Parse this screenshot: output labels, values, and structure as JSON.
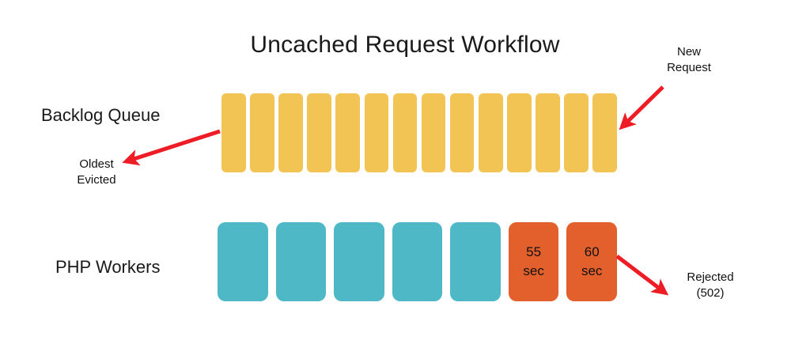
{
  "title": "Uncached Request Workflow",
  "colors": {
    "queue": "#F1C453",
    "worker_free": "#4EB8C6",
    "worker_busy": "#E3602C",
    "arrow": "#EE1C25",
    "text": "#1a1a1a",
    "background": "#ffffff"
  },
  "rows": {
    "queue": {
      "label": "Backlog Queue",
      "slot_count": 14,
      "slots": [
        {
          "state": "queued"
        },
        {
          "state": "queued"
        },
        {
          "state": "queued"
        },
        {
          "state": "queued"
        },
        {
          "state": "queued"
        },
        {
          "state": "queued"
        },
        {
          "state": "queued"
        },
        {
          "state": "queued"
        },
        {
          "state": "queued"
        },
        {
          "state": "queued"
        },
        {
          "state": "queued"
        },
        {
          "state": "queued"
        },
        {
          "state": "queued"
        },
        {
          "state": "queued"
        }
      ]
    },
    "workers": {
      "label": "PHP Workers",
      "slot_count": 7,
      "slots": [
        {
          "state": "free",
          "line1": "",
          "line2": ""
        },
        {
          "state": "free",
          "line1": "",
          "line2": ""
        },
        {
          "state": "free",
          "line1": "",
          "line2": ""
        },
        {
          "state": "free",
          "line1": "",
          "line2": ""
        },
        {
          "state": "free",
          "line1": "",
          "line2": ""
        },
        {
          "state": "busy",
          "line1": "55",
          "line2": "sec"
        },
        {
          "state": "busy",
          "line1": "60",
          "line2": "sec"
        }
      ]
    }
  },
  "annotations": {
    "new_request": {
      "line1": "New",
      "line2": "Request"
    },
    "oldest_evicted": {
      "line1": "Oldest",
      "line2": "Evicted"
    },
    "rejected": {
      "line1": "Rejected",
      "line2": "(502)"
    }
  }
}
